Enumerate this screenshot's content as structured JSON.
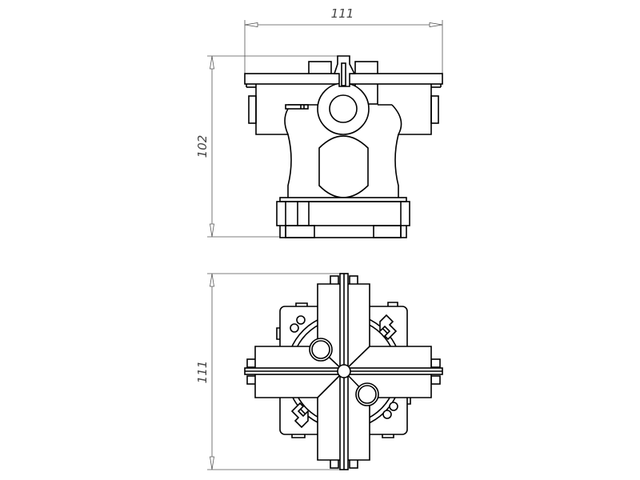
{
  "drawing": {
    "front_view": {
      "width_dimension": "111",
      "height_dimension": "102"
    },
    "plan_view": {
      "height_dimension": "111"
    },
    "line_color": "#000000",
    "dimension_color": "#555555"
  }
}
